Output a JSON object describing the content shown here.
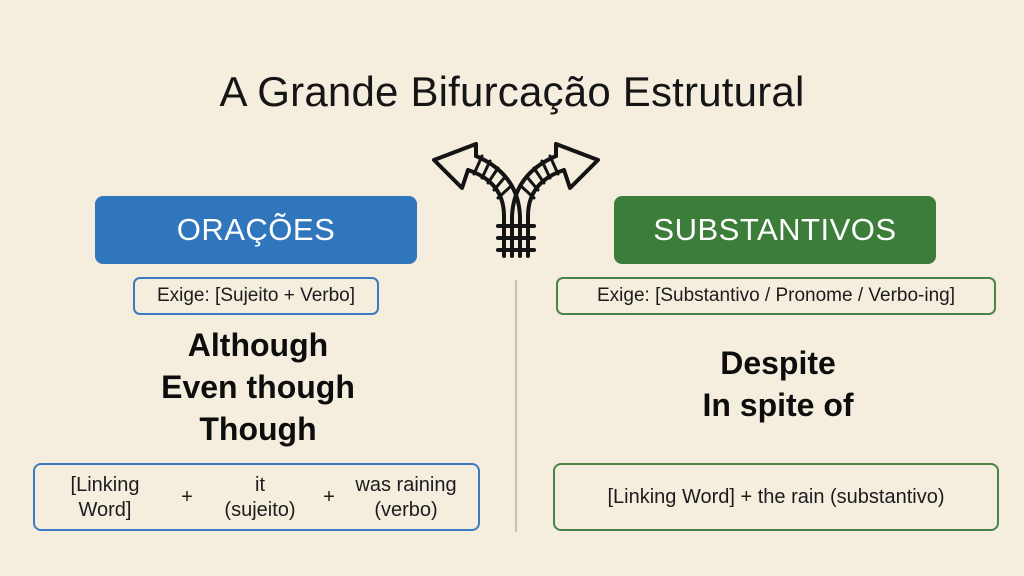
{
  "title": "A Grande Bifurcação Estrutural",
  "icons": {
    "fork": "railway-fork-arrows-icon"
  },
  "colors": {
    "background": "#f5eedf",
    "clauses_accent": "#2f76bd",
    "nouns_accent": "#3d7d3a"
  },
  "left": {
    "header": "ORAÇÕES",
    "requirement": "Exige: [Sujeito + Verbo]",
    "words": [
      "Although",
      "Even though",
      "Though"
    ],
    "formula": {
      "part1_line1": "[Linking",
      "part1_line2": "Word]",
      "plus": "+",
      "part2_line1": "it",
      "part2_line2": "(sujeito)",
      "part3_line1": "was raining",
      "part3_line2": "(verbo)"
    }
  },
  "right": {
    "header": "SUBSTANTIVOS",
    "requirement": "Exige: [Substantivo / Pronome / Verbo-ing]",
    "words": [
      "Despite",
      "In spite of"
    ],
    "formula": "[Linking Word] + the rain (substantivo)"
  }
}
